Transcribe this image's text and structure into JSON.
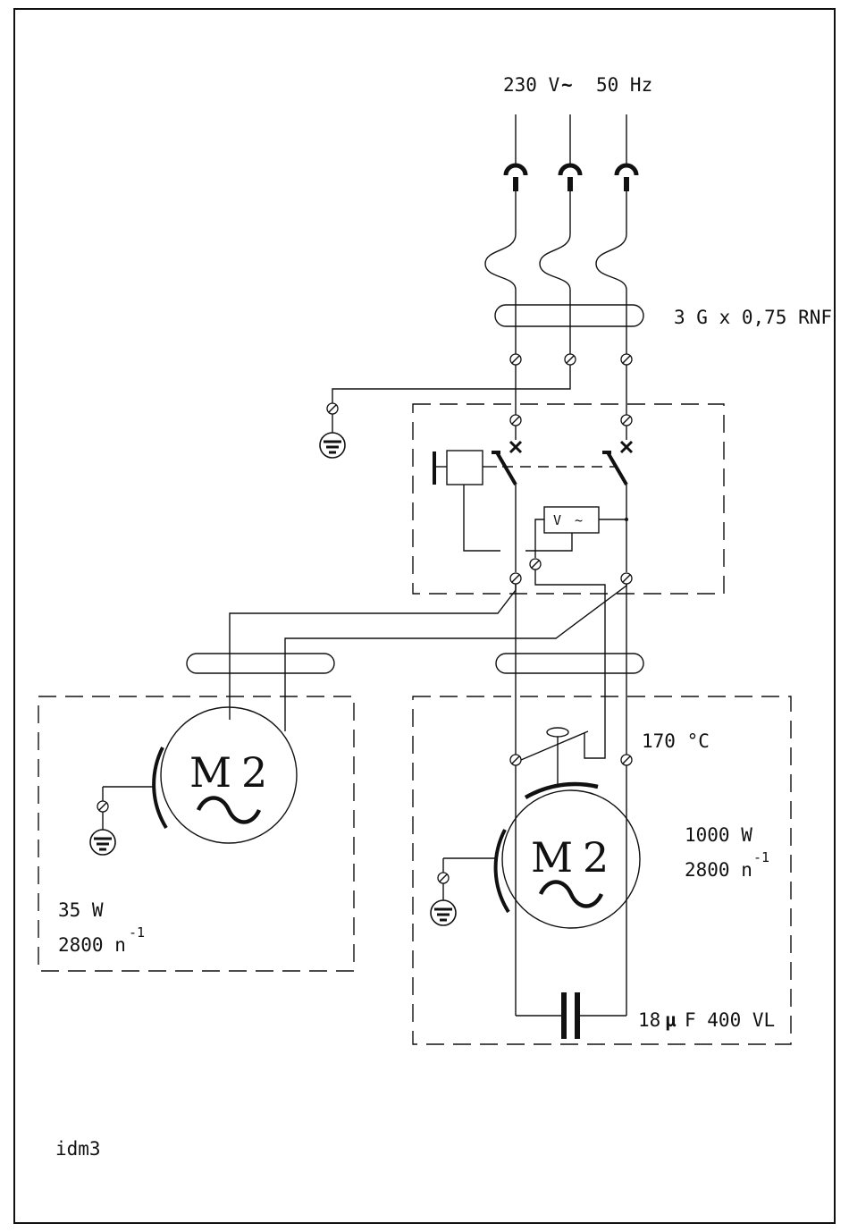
{
  "supply": {
    "voltage": "230 V",
    "ac_symbol": "~",
    "frequency": "50 Hz"
  },
  "cable_main": {
    "label": "3 G x 0,75 RNF"
  },
  "motor_small": {
    "symbol": "M",
    "phases": "2",
    "ac": "~",
    "power": "35 W",
    "speed": "2800 n",
    "speed_exp": "-1"
  },
  "motor_large": {
    "symbol": "M",
    "phases": "2",
    "ac": "~",
    "power": "1000 W",
    "speed": "2800 n",
    "speed_exp": "-1"
  },
  "thermostat": {
    "label": "170 °C"
  },
  "capacitor": {
    "cap_value": "18",
    "cap_unit_mu": "µ",
    "cap_unit_rest": "F 400 VL"
  },
  "voltage_relay": {
    "label": "V",
    "ac": "~"
  },
  "footer": {
    "code": "idm3"
  }
}
